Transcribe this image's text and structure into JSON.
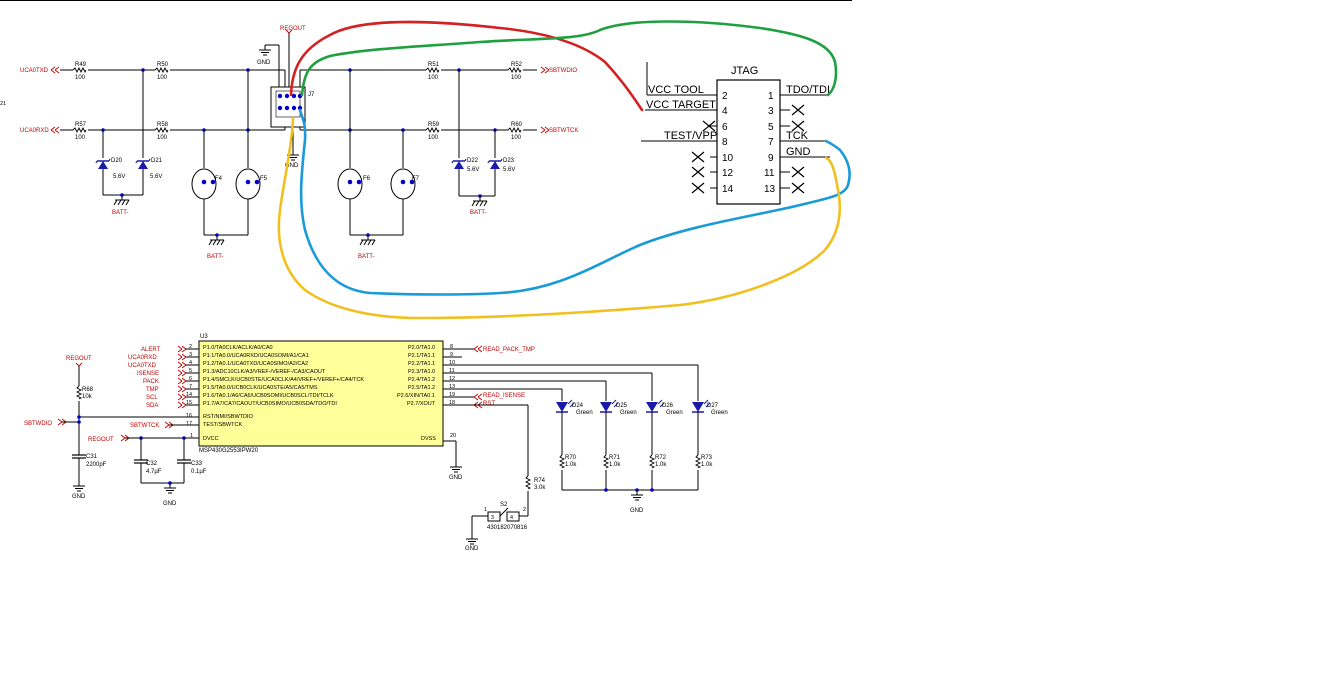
{
  "colors": {
    "wire": "#000000",
    "net_label": "#c00000",
    "junction": "#0000c8",
    "ic_fill": "#ffff99",
    "hand_red": "#d42020",
    "hand_green": "#1fa040",
    "hand_blue": "#1a9ad8",
    "hand_yellow": "#f0c020"
  },
  "top_section": {
    "nets": {
      "ucaotxd": "UCA0TXD",
      "ucaorxd": "UCA0RXD",
      "sbtwdio": "SBTWDIO",
      "sbtwtck": "SBTWTCK",
      "regout": "REGOUT",
      "gnd": "GND",
      "batt": "BATT-"
    },
    "edge_label": "21",
    "resistors": [
      {
        "ref": "R49",
        "val": "100"
      },
      {
        "ref": "R50",
        "val": "100"
      },
      {
        "ref": "R51",
        "val": "100"
      },
      {
        "ref": "R52",
        "val": "100"
      },
      {
        "ref": "R57",
        "val": "100"
      },
      {
        "ref": "R58",
        "val": "100"
      },
      {
        "ref": "R59",
        "val": "100"
      },
      {
        "ref": "R60",
        "val": "100"
      }
    ],
    "zeners": [
      {
        "ref": "D20",
        "val": "5.6V"
      },
      {
        "ref": "D21",
        "val": "5.6V"
      },
      {
        "ref": "D22",
        "val": "5.6V"
      },
      {
        "ref": "D23",
        "val": "5.6V"
      }
    ],
    "pads": [
      "F4",
      "F5",
      "F6",
      "F7"
    ],
    "connector": {
      "ref": "J7"
    }
  },
  "jtag": {
    "title": "JTAG",
    "left_labels": [
      "VCC TOOL",
      "VCC TARGET",
      "TEST/VPP"
    ],
    "right_labels": [
      "TDO/TDI",
      "TCK",
      "GND"
    ],
    "left_pins": [
      "2",
      "4",
      "6",
      "8",
      "10",
      "12",
      "14"
    ],
    "right_pins": [
      "1",
      "3",
      "5",
      "7",
      "9",
      "11",
      "13"
    ]
  },
  "mcu": {
    "ref": "U3",
    "part": "MSP430G2553IPW20",
    "left_pins": [
      {
        "num": "2",
        "name": "P1.0/TA0CLK/ACLK/A0/CA0",
        "net": "ALERT"
      },
      {
        "num": "3",
        "name": "P1.1/TA0.0/UCA0RXD/UCA0SOMI/A1/CA1",
        "net": "UCA0RXD"
      },
      {
        "num": "4",
        "name": "P1.2/TA0.1/UCA0TXD/UCA0SIMO/A2/CA2",
        "net": "UCA0TXD"
      },
      {
        "num": "5",
        "name": "P1.3/ADC10CLK/A3/VREF-/VEREF-/CA3/CAOUT",
        "net": "ISENSE"
      },
      {
        "num": "6",
        "name": "P1.4/SMCLK/UCB0STE/UCA0CLK/A4/VREF+/VEREF+/CA4/TCK",
        "net": "PACK"
      },
      {
        "num": "7",
        "name": "P1.5/TA0.0/UCB0CLK/UCA0STE/A5/CA5/TMS",
        "net": "TMP"
      },
      {
        "num": "14",
        "name": "P1.6/TA0.1/A6/CA6/UCB0SOMI/UCB0SCL/TDI/TCLK",
        "net": "SCL"
      },
      {
        "num": "15",
        "name": "P1.7/A7/CA7/CAOUT/UCB0SIMO/UCB0SDA/TDO/TDI",
        "net": "SDA"
      },
      {
        "num": "16",
        "name": "RST/NMI/SBWTDIO",
        "net": "SBTWDIO"
      },
      {
        "num": "17",
        "name": "TEST/SBWTCK",
        "net": "SBTWTCK"
      },
      {
        "num": "1",
        "name": "DVCC",
        "net": "REGOUT"
      }
    ],
    "right_pins": [
      {
        "num": "8",
        "name": "P2.0/TA1.0",
        "net": "READ_PACK_TMP"
      },
      {
        "num": "9",
        "name": "P2.1/TA1.1",
        "net": ""
      },
      {
        "num": "10",
        "name": "P2.2/TA1.1",
        "net": ""
      },
      {
        "num": "11",
        "name": "P2.3/TA1.0",
        "net": ""
      },
      {
        "num": "12",
        "name": "P2.4/TA1.2",
        "net": ""
      },
      {
        "num": "13",
        "name": "P2.5/TA1.2",
        "net": ""
      },
      {
        "num": "19",
        "name": "P2.6/XIN/TA0.1",
        "net": "READ_ISENSE"
      },
      {
        "num": "18",
        "name": "P2.7/XOUT",
        "net": "RST"
      },
      {
        "num": "20",
        "name": "DVSS",
        "net": ""
      }
    ],
    "nets": {
      "regout": "REGOUT",
      "sbtwdio": "SBTWDIO",
      "gnd": "GND"
    },
    "r68": {
      "ref": "R68",
      "val": "10k"
    },
    "caps": [
      {
        "ref": "C31",
        "val": "2200pF"
      },
      {
        "ref": "C32",
        "val": "4.7µF"
      },
      {
        "ref": "C33",
        "val": "0.1µF"
      }
    ],
    "leds": [
      {
        "ref": "D24",
        "val": "Green"
      },
      {
        "ref": "D25",
        "val": "Green"
      },
      {
        "ref": "D26",
        "val": "Green"
      },
      {
        "ref": "D27",
        "val": "Green"
      }
    ],
    "led_resistors": [
      {
        "ref": "R70",
        "val": "1.0k"
      },
      {
        "ref": "R71",
        "val": "1.0k"
      },
      {
        "ref": "R72",
        "val": "1.0k"
      },
      {
        "ref": "R73",
        "val": "1.0k"
      }
    ],
    "r74": {
      "ref": "R74",
      "val": "3.0k"
    },
    "switch": {
      "ref": "S2",
      "part": "430182070816",
      "pin_a": "1",
      "pin_b": "3",
      "pin_c": "2",
      "pin_d": "4"
    }
  }
}
